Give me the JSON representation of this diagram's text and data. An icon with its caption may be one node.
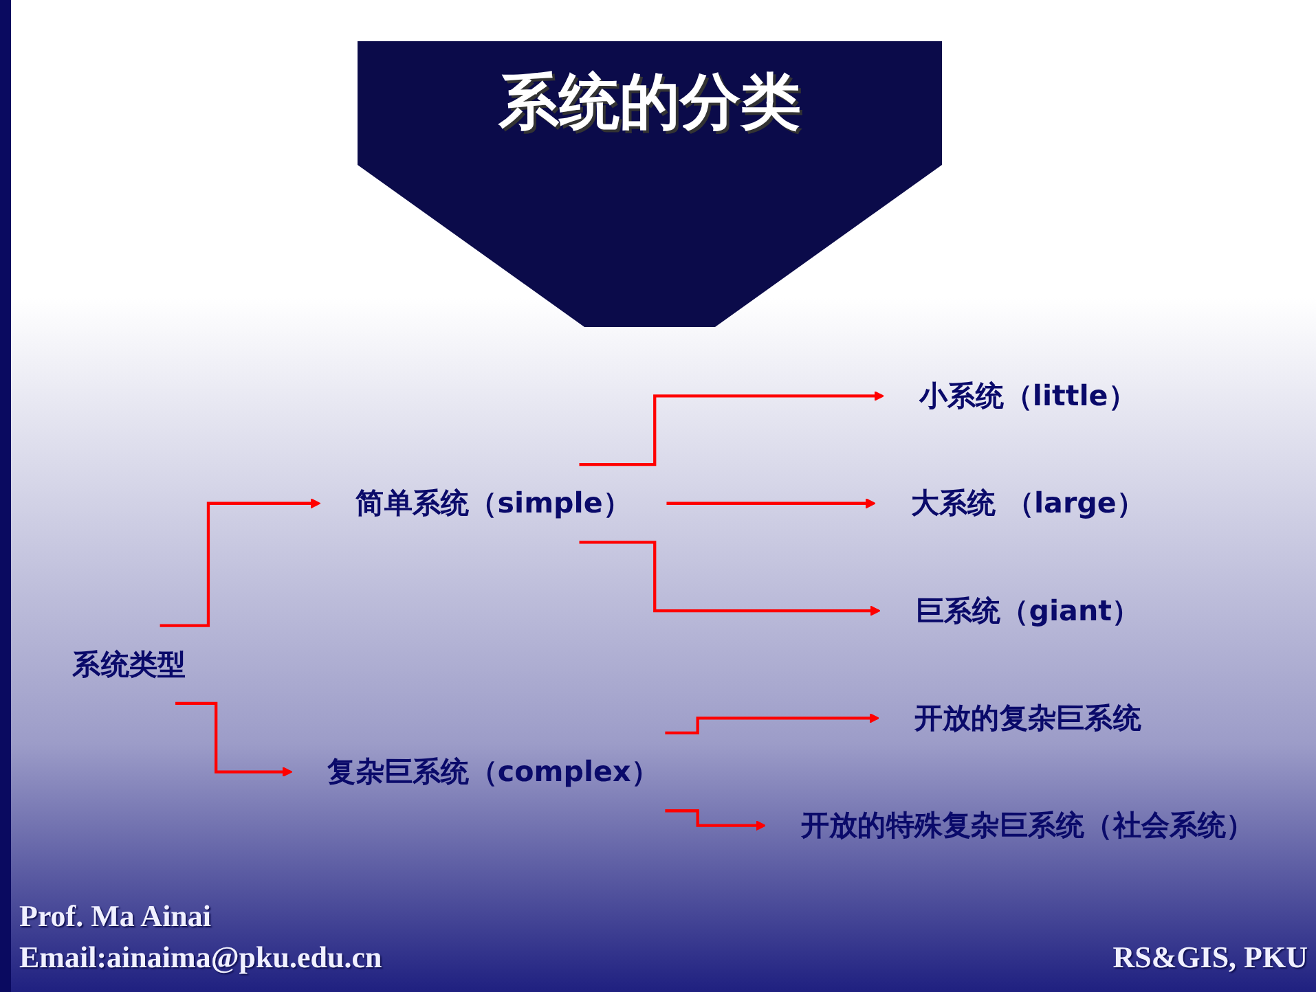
{
  "diagram": {
    "title": "系统的分类",
    "nodes": [
      {
        "text": [
          "系统类型"
        ]
      },
      {
        "text": [
          "简单系统（simple）"
        ]
      },
      {
        "text": [
          "小系统（little）"
        ]
      },
      {
        "text": [
          "大系统 （large）"
        ]
      },
      {
        "text": [
          "巨系统（giant）"
        ]
      },
      {
        "text": [
          "复杂巨系统（complex）"
        ]
      },
      {
        "text": [
          "开放的复杂巨系统"
        ]
      },
      {
        "text": [
          "开放的特殊复杂巨系统（社会系统）"
        ]
      }
    ],
    "edges": [
      {
        "from": 0,
        "to": 1,
        "arrow": "to"
      },
      {
        "from": 1,
        "to": 2,
        "arrow": "to"
      },
      {
        "from": 1,
        "to": 3,
        "arrow": "to"
      },
      {
        "from": 1,
        "to": 4,
        "arrow": "to"
      },
      {
        "from": 0,
        "to": 5,
        "arrow": "to"
      },
      {
        "from": 5,
        "to": 6,
        "arrow": "to"
      },
      {
        "from": 5,
        "to": 7,
        "arrow": "to"
      }
    ],
    "labels": [
      "Prof. Ma Ainai",
      "Email:ainaima@pku.edu.cn",
      "RS&GIS, PKU"
    ]
  }
}
